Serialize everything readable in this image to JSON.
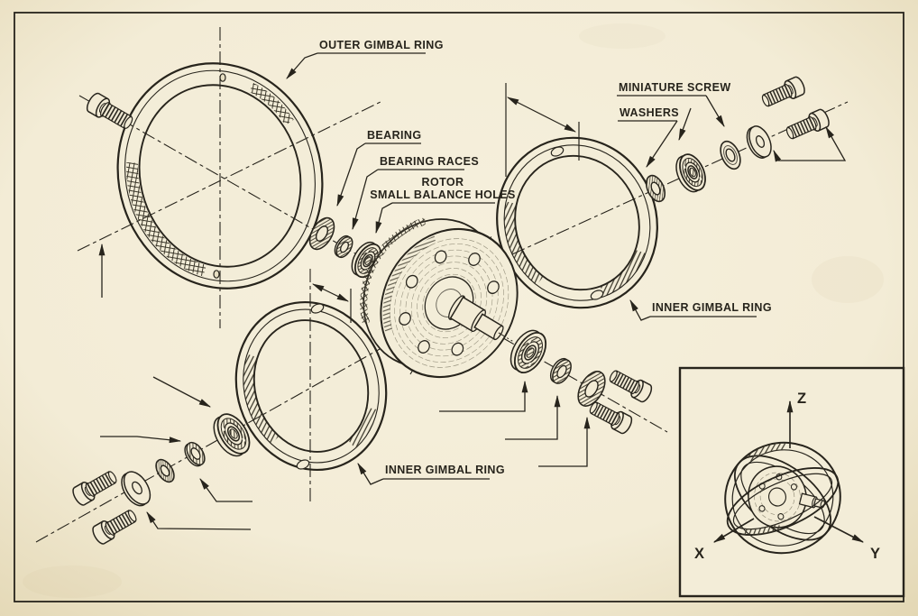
{
  "labels": {
    "outer_gimbal_ring": "OUTER GIMBAL RING",
    "bearing": "BEARING",
    "bearing_races": "BEARING RACES",
    "rotor": "ROTOR",
    "small_balance_holes": "SMALL BALANCE HOLES",
    "miniature_screw": "MINIATURE SCREW",
    "washers": "WASHERS",
    "inner_gimbal_ring_right": "INNER GIMBAL RING",
    "inner_gimbal_ring_bottom": "INNER GIMBAL RING"
  },
  "inset": {
    "axis_x": "X",
    "axis_y": "Y",
    "axis_z": "Z"
  },
  "colors": {
    "paper": "#f2ebd5",
    "ink": "#27241c"
  }
}
